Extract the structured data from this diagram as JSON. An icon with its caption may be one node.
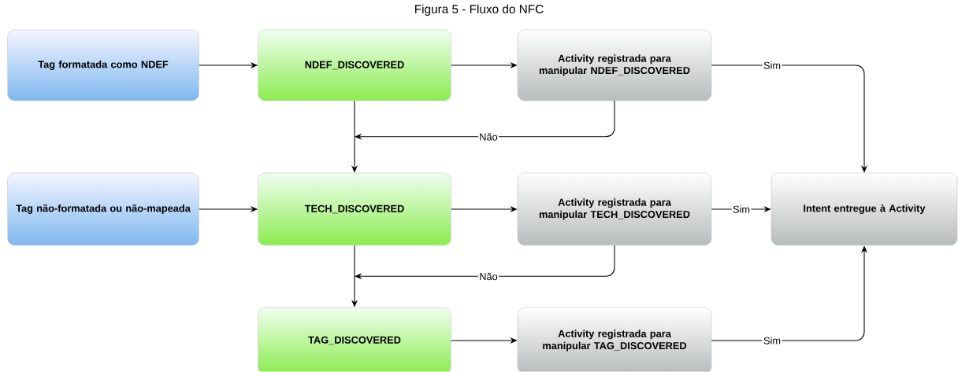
{
  "diagram": {
    "title": "Figura 5 - Fluxo do NFC",
    "nodes": [
      {
        "text": [
          "Tag formatada como NDEF"
        ]
      },
      {
        "text": [
          "NDEF_DISCOVERED"
        ]
      },
      {
        "text": [
          "Activity registrada para manipular NDEF_DISCOVERED"
        ]
      },
      {
        "text": [
          "Tag não-formatada ou não-mapeada"
        ]
      },
      {
        "text": [
          "TECH_DISCOVERED"
        ]
      },
      {
        "text": [
          "Activity registrada para manipular TECH_DISCOVERED"
        ]
      },
      {
        "text": [
          "Intent entregue à Activity"
        ]
      },
      {
        "text": [
          "TAG_DISCOVERED"
        ]
      },
      {
        "text": [
          "Activity registrada para manipular TAG_DISCOVERED"
        ]
      }
    ],
    "edges": [
      {
        "from": 0,
        "to": 1,
        "arrow": "to"
      },
      {
        "from": 1,
        "to": 2,
        "arrow": "to"
      },
      {
        "from": 2,
        "to": 6,
        "arrow": "to",
        "label": "Sim"
      },
      {
        "from": 2,
        "to": 4,
        "arrow": "to",
        "label": "Não"
      },
      {
        "from": 1,
        "to": 4,
        "arrow": "to"
      },
      {
        "from": 3,
        "to": 4,
        "arrow": "to"
      },
      {
        "from": 4,
        "to": 5,
        "arrow": "to"
      },
      {
        "from": 5,
        "to": 6,
        "arrow": "to",
        "label": "Sim"
      },
      {
        "from": 5,
        "to": 7,
        "arrow": "to",
        "label": "Não"
      },
      {
        "from": 4,
        "to": 7,
        "arrow": "to"
      },
      {
        "from": 7,
        "to": 8,
        "arrow": "to"
      },
      {
        "from": 8,
        "to": 6,
        "arrow": "to",
        "label": "Sim"
      }
    ]
  }
}
